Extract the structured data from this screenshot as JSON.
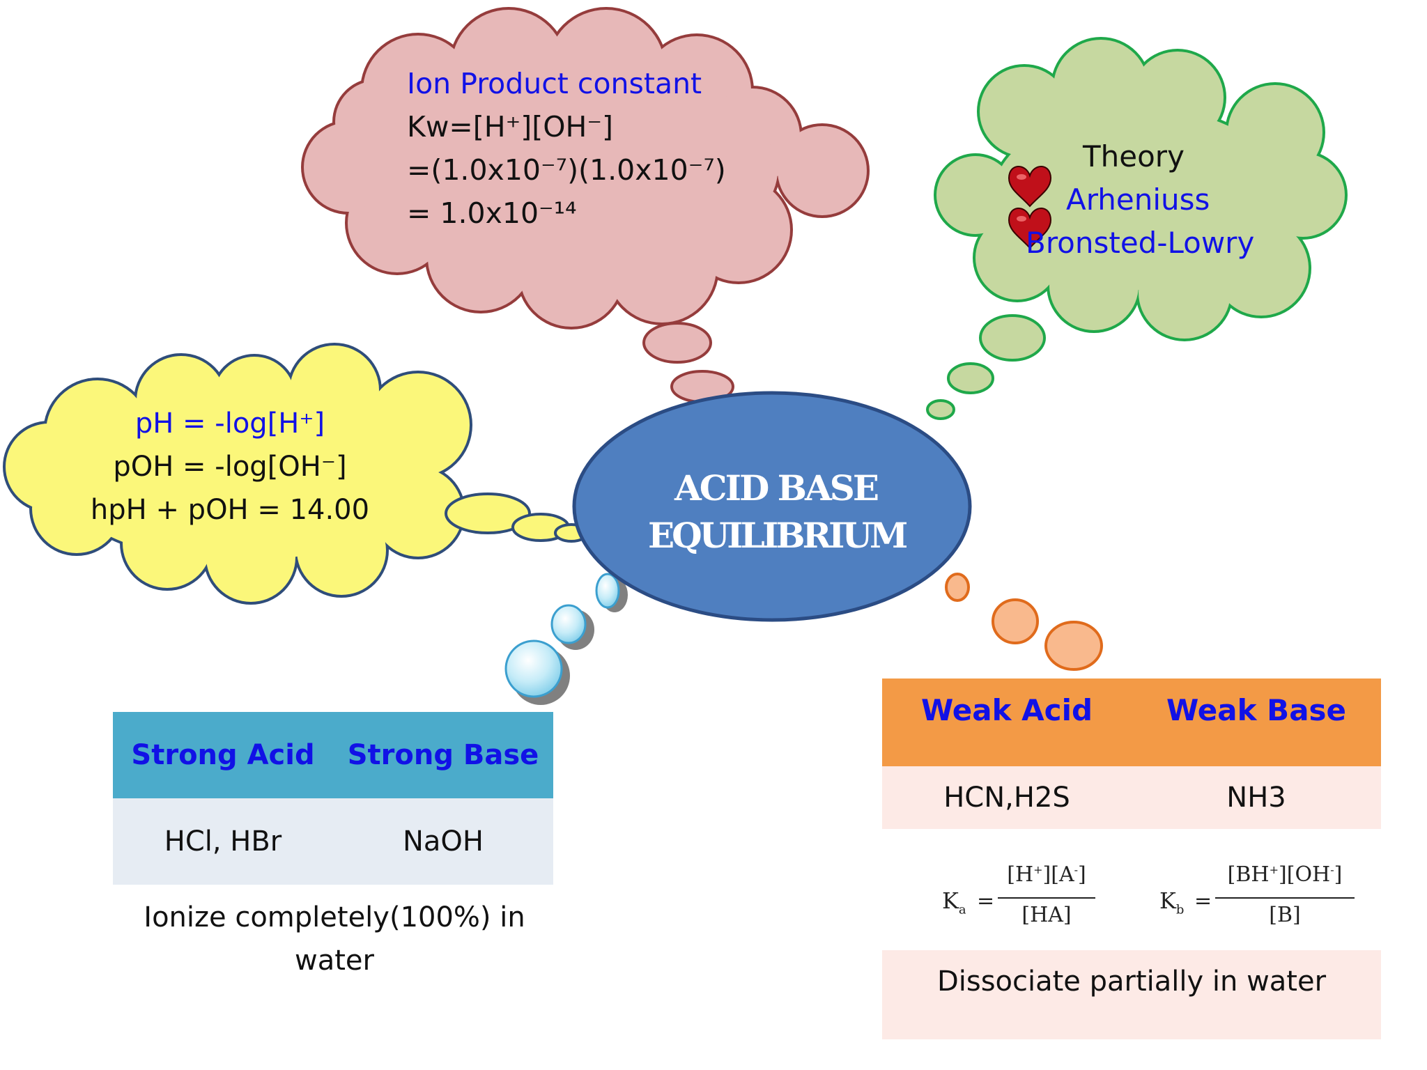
{
  "center": {
    "line1": "ACID BASE",
    "line2": "EQUILIBRIUM",
    "fill": "#4f7fc0"
  },
  "ion_product": {
    "title": "Ion Product constant",
    "line1": "Kw=[H⁺][OH⁻]",
    "line2": "=(1.0x10⁻⁷)(1.0x10⁻⁷)",
    "line3": "= 1.0x10⁻¹⁴",
    "fill": "#e7b8b8",
    "stroke": "#953c3c"
  },
  "theory": {
    "title": "Theory",
    "item1": "Arheniuss",
    "item2": "Bronsted-Lowry",
    "item_icon": "heart-icon",
    "fill": "#c6d8a0",
    "stroke": "#1fa84a"
  },
  "ph": {
    "line1": "pH = -log[H⁺]",
    "line2": "pOH = -log[OH⁻]",
    "line3": "hpH + pOH = 14.00",
    "fill": "#fbf77a",
    "stroke": "#2f4d7a"
  },
  "strong_table": {
    "headers": [
      "Strong Acid",
      "Strong Base"
    ],
    "row": [
      "HCl, HBr",
      "NaOH"
    ],
    "caption": "Ionize completely(100%) in water",
    "header_fill": "#4babcb",
    "row_fill": "#e6ecf3"
  },
  "weak_table": {
    "headers": [
      "Weak Acid",
      "Weak Base"
    ],
    "row": [
      "HCN,H2S",
      "NH3"
    ],
    "ka": {
      "symbol": "K",
      "sub": "a",
      "num_1": "H",
      "num_1_sup": "+",
      "num_2": "A",
      "num_2_sup": "-",
      "den": "HA"
    },
    "kb": {
      "symbol": "K",
      "sub": "b",
      "num_1": "BH",
      "num_1_sup": "+",
      "num_2": "OH",
      "num_2_sup": "-",
      "den": "B"
    },
    "caption": "Dissociate partially in water",
    "header_fill": "#f39a46",
    "row_fill": "#fdeae6"
  },
  "colors": {
    "heading_blue": "#1111e6",
    "text_black": "#111111"
  }
}
